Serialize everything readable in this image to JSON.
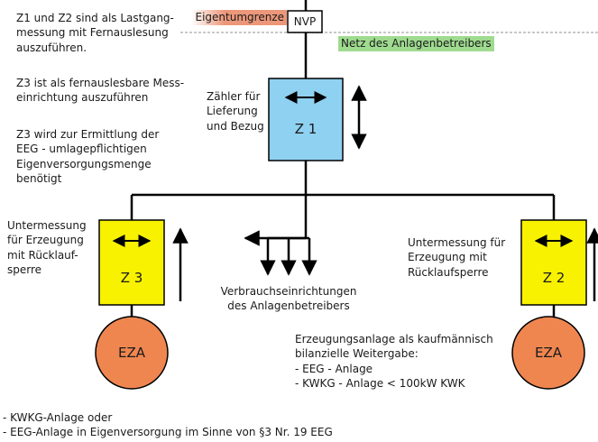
{
  "colors": {
    "meter_z1": "#8fd1f1",
    "meter_sub": "#f8f200",
    "eza": "#ef8650",
    "owner_boundary_bg": "#ec977a",
    "operator_net_bg": "#9fdb8f",
    "line": "#000000",
    "dashed": "#b5b5b5"
  },
  "labels": {
    "nvp": "NVP",
    "owner_boundary": "Eigentumgrenze",
    "operator_net": "Netz des Anlagenbetreibers",
    "z1": "Z 1",
    "z2": "Z 2",
    "z3": "Z 3",
    "eza_left": "EZA",
    "eza_right": "EZA"
  },
  "notes": {
    "z1_z2_l1": "Z1 und Z2 sind als Lastgang-",
    "z1_z2_l2": "messung mit Fernauslesung",
    "z1_z2_l3": "auszuführen.",
    "z3_remote_l1": "Z3 ist als fernauslesbare Mess-",
    "z3_remote_l2": "einrichtung auszuführen",
    "z3_eeg_l1": "Z3 wird zur Ermittlung der",
    "z3_eeg_l2": "EEG - umlagepflichtigen",
    "z3_eeg_l3": "Eigenversorgungsmenge",
    "z3_eeg_l4": "benötigt",
    "z1_label_l1": "Zähler für",
    "z1_label_l2": "Lieferung",
    "z1_label_l3": "und Bezug",
    "sub_left_l1": "Untermessung",
    "sub_left_l2": "für Erzeugung",
    "sub_left_l3": "mit Rücklauf-",
    "sub_left_l4": "sperre",
    "sub_right_l1": "Untermessung für",
    "sub_right_l2": "Erzeugung mit",
    "sub_right_l3": "Rücklaufsperre",
    "consumers_l1": "Verbrauchseinrichtungen",
    "consumers_l2": "des Anlagenbetreibers",
    "right_eza_l1": "Erzeugungsanlage als kaufmännisch",
    "right_eza_l2": "bilanzielle Weitergabe:",
    "right_eza_l3": "- EEG - Anlage",
    "right_eza_l4": "- KWKG - Anlage < 100kW KWK",
    "left_eza_l1": "- KWKG-Anlage oder",
    "left_eza_l2": "- EEG-Anlage in Eigenversorgung im Sinne von §3 Nr. 19 EEG"
  }
}
